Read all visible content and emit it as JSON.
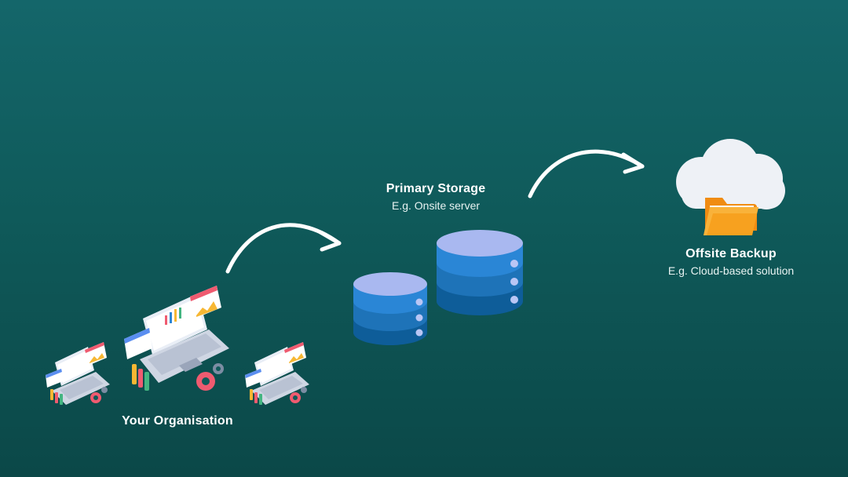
{
  "nodes": {
    "organisation": {
      "title": "Your Organisation"
    },
    "primary": {
      "title": "Primary Storage",
      "subtitle": "E.g. Onsite server"
    },
    "offsite": {
      "title": "Offsite Backup",
      "subtitle": "E.g. Cloud-based solution"
    }
  },
  "colors": {
    "background": "#0f5a5a",
    "db_top": "#a9b8f0",
    "db_layer": "#2a86d6",
    "folder": "#f7a11f",
    "cloud": "#eef1f6",
    "arrow": "#ffffff"
  },
  "icons": [
    "laptop-dashboard-icon",
    "database-icon",
    "cloud-folder-icon",
    "curved-arrow-icon"
  ]
}
